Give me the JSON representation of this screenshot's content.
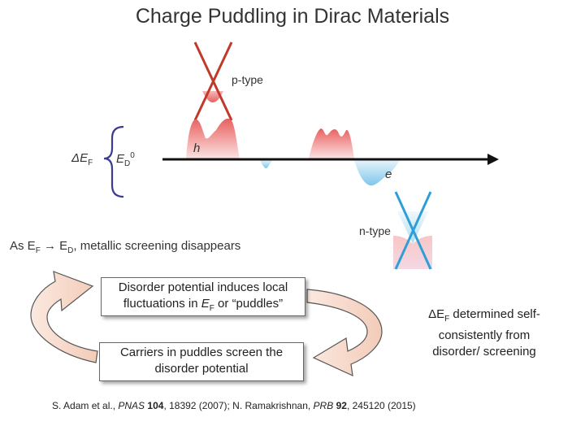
{
  "title": "Charge Puddling in Dirac Materials",
  "labels": {
    "p_type": "p-type",
    "n_type": "n-type",
    "hole": "h",
    "electron": "e",
    "delta_ef": "ΔE",
    "delta_ef_sub": "F",
    "ed": "E",
    "ed_sub": "D",
    "ed_sup": "0"
  },
  "screening_text": {
    "prefix": "As E",
    "sub1": "F",
    "arrow": " → E",
    "sub2": "D",
    "suffix": ", metallic screening disappears"
  },
  "boxes": {
    "top": {
      "line1": "Disorder potential induces local",
      "line2a": "fluctuations in ",
      "line2b": "E",
      "line2c": "F",
      "line2d": " or “puddles”"
    },
    "bottom": {
      "line1": "Carriers in puddles screen the",
      "line2": "disorder potential"
    }
  },
  "side_note": {
    "line1a": "ΔE",
    "line1b": "F",
    "line1c": " determined self-",
    "line2": "consistently from",
    "line3": "disorder/ screening"
  },
  "citation": {
    "a1": "S. Adam et al., ",
    "j1": "PNAS",
    "v1": "104",
    "r1": ", 18392 (2007); N. Ramakrishnan, ",
    "j2": "PRB",
    "v2": "92",
    "r2": ", 245120 (2015)"
  },
  "colors": {
    "cone_red": "#c0392b",
    "cone_blue": "#2e9fd6",
    "puddle_red": "#e8605f",
    "puddle_blue": "#7fc6ea",
    "arrow_fill": "#f7d9cc",
    "brace": "#3b3b8f"
  }
}
